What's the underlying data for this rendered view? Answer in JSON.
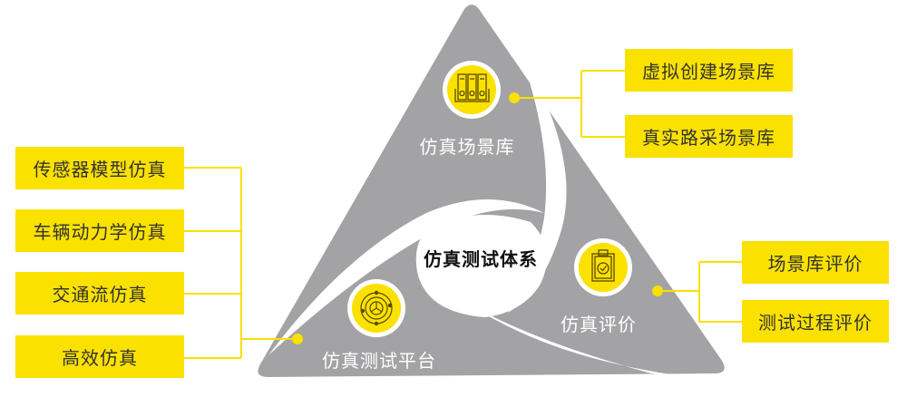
{
  "center": {
    "label": "仿真测试体系"
  },
  "nodes": {
    "top": {
      "label": "仿真场景库",
      "icon": "binders-icon"
    },
    "right": {
      "label": "仿真评价",
      "icon": "clipboard-check-icon"
    },
    "left": {
      "label": "仿真测试平台",
      "icon": "orbit-chart-icon"
    }
  },
  "branches": {
    "left": [
      "传感器模型仿真",
      "车辆动力学仿真",
      "交通流仿真",
      "高效仿真"
    ],
    "top_right": [
      "虚拟创建场景库",
      "真实路采场景库"
    ],
    "bottom_right": [
      "场景库评价",
      "测试过程评价"
    ]
  },
  "colors": {
    "accent": "#fae100",
    "triangle": "#a3a3a5",
    "node_label": "#ffffff",
    "box_text": "#333333"
  }
}
